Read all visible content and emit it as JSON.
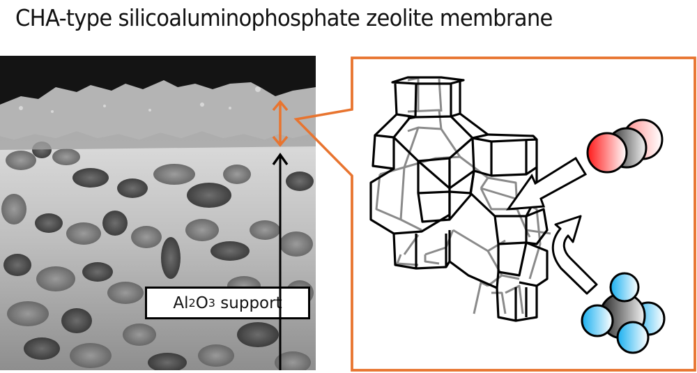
{
  "title": "CHA-type silicoaluminophosphate zeolite membrane",
  "sem_image": {
    "label_prefix": "Al",
    "label_sub1": "2",
    "label_mid": "O",
    "label_sub2": "3",
    "label_suffix": " support",
    "layer_marker_color": "#E8742F"
  },
  "diagram": {
    "frame_color": "#E8742F",
    "structure": "CHA zeolite framework (cages)",
    "molecules": [
      {
        "name": "CO2",
        "colors": [
          "#FF1A1A",
          "#333333",
          "#FF8A8A"
        ]
      },
      {
        "name": "CH4",
        "colors": [
          "#1AB0F0",
          "#333333"
        ]
      }
    ],
    "arrows": [
      {
        "name": "co2-enters-arrow",
        "meaning": "CO2 permeates into pore"
      },
      {
        "name": "ch4-blocked-arrow",
        "meaning": "CH4 deflected"
      }
    ]
  }
}
